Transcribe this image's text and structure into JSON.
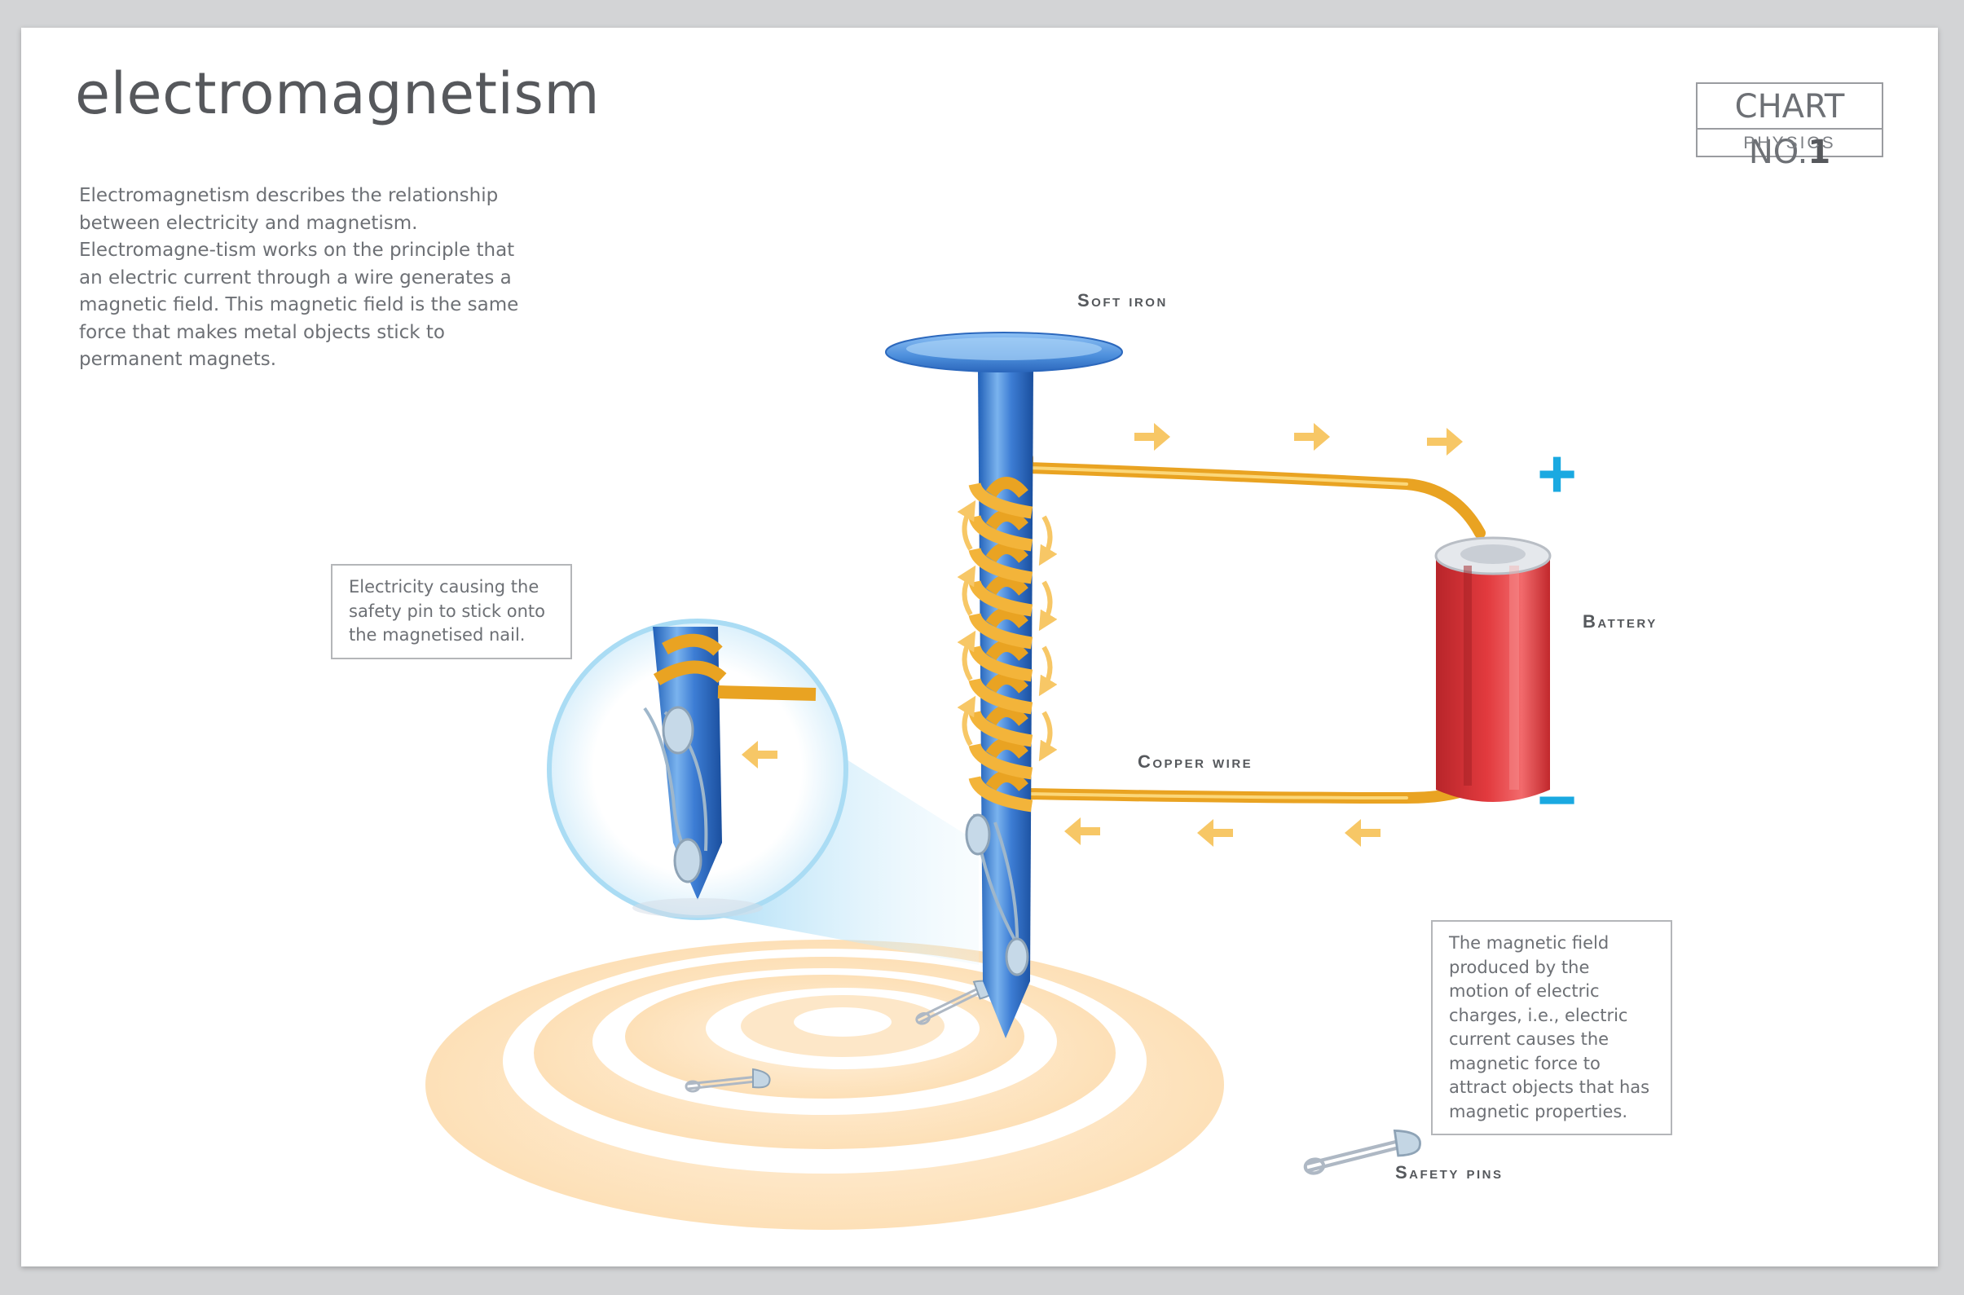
{
  "title": "electromagnetism",
  "intro": "Electromagnetism describes the relationship between electricity and magnetism. Electromagne-tism works on the principle that an electric current through a wire generates a magnetic field. This magnetic field is the same force that makes metal objects stick to permanent magnets.",
  "chart_badge": {
    "prefix": "CHART NO.",
    "number": "1",
    "subject": "PHYSICS"
  },
  "labels": {
    "soft_iron": "Soft iron",
    "battery": "Battery",
    "copper_wire": "Copper wire",
    "safety_pins": "Safety pins",
    "plus": "+",
    "minus": "−"
  },
  "notes": {
    "zoom": "Electricity causing the safety pin to stick onto the magnetised nail.",
    "field": "The magnetic field produced by the motion of electric charges, i.e., electric current causes the magnetic force to attract objects that has magnetic properties."
  },
  "colors": {
    "nail": "#3f7fd0",
    "wire": "#e9a322",
    "battery": "#c62a2e",
    "terminal": "#1aa9e1",
    "arrow": "#f7c766",
    "field_ring": "#fde3bd"
  },
  "icons": [
    "nail-icon",
    "coil-icon",
    "battery-icon",
    "safety-pin-icon",
    "current-arrow-icon",
    "magnifier-circle-icon"
  ]
}
